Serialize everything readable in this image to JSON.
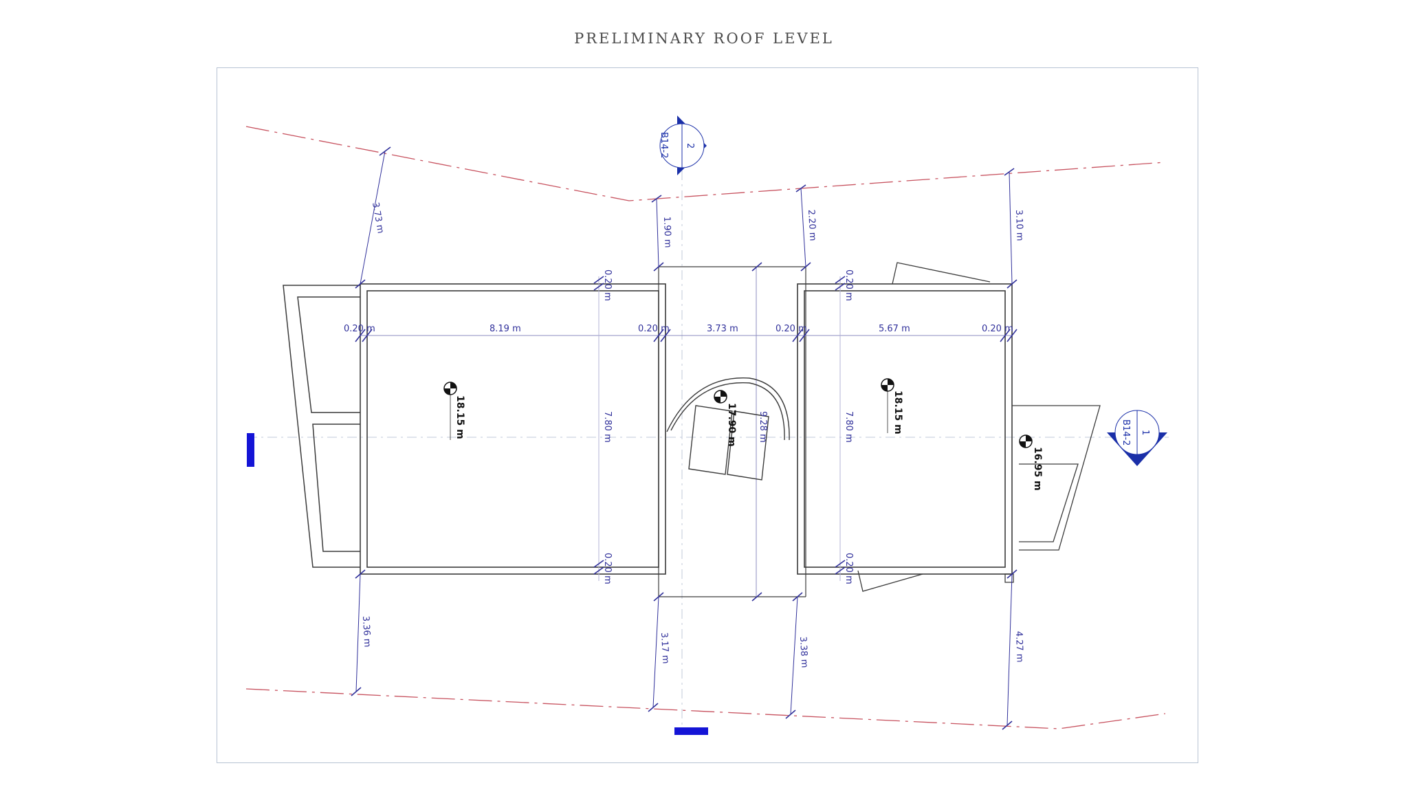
{
  "sheet": {
    "title": "PRELIMINARY ROOF LEVEL"
  },
  "section_markers": {
    "top": {
      "number": "2",
      "sheet": "B14-2"
    },
    "right": {
      "number": "1",
      "sheet": "B14-2"
    }
  },
  "dimensions": {
    "setback_top_left": "3.73 m",
    "setback_top_center_left": "1.90 m",
    "setback_top_center_right": "2.20 m",
    "setback_top_right": "3.10 m",
    "setback_bottom_left": "3.36 m",
    "setback_bottom_center_left": "3.17 m",
    "setback_bottom_center_right": "3.38 m",
    "setback_bottom_right": "4.27 m",
    "wall_a": "0.20 m",
    "width_left_block": "8.19 m",
    "wall_b": "0.20 m",
    "width_link": "3.73 m",
    "wall_c": "0.20 m",
    "width_right_block": "5.67 m",
    "wall_d": "0.20 m",
    "wall_top_left": "0.20 m",
    "wall_top_right": "0.20 m",
    "wall_bottom_left": "0.20 m",
    "wall_bottom_right": "0.20 m",
    "depth_left_block": "7.80 m",
    "depth_right_block": "7.80 m",
    "depth_link": "9.28 m"
  },
  "elevations": {
    "left_roof": "18.15 m",
    "right_roof": "18.15 m",
    "stair": "17.90 m",
    "annex": "16.95 m"
  },
  "colors": {
    "dimension": "#2f2f9a",
    "property_line": "#c7515e",
    "marker": "#1a2fa8",
    "wall": "#3a3a3a",
    "frame": "#b7c3d3"
  }
}
